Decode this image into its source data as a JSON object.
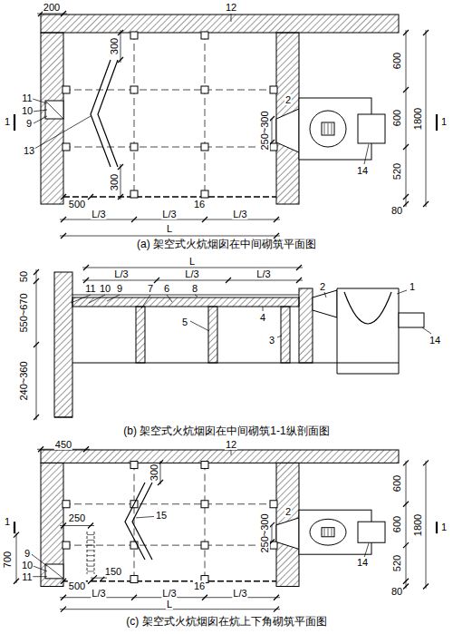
{
  "diagram": {
    "labels": [
      "200",
      "12",
      "300",
      "11",
      "10",
      "9",
      "13",
      "300",
      "500",
      "L/3",
      "L/3",
      "L/3",
      "L",
      "16",
      "2",
      "250~300",
      "600",
      "600",
      "520",
      "80",
      "1800",
      "14",
      "1",
      "1",
      "(a) 架空式火炕烟囱在中间砌筑平面图",
      "L",
      "L/3",
      "L/3",
      "L/3",
      "11",
      "10",
      "9",
      "7",
      "6",
      "8",
      "5",
      "4",
      "3",
      "2",
      "1",
      "14",
      "550~670",
      "240~360",
      "50",
      "(b) 架空式火炕烟囱在中间砌筑1-1纵剖面图",
      "450",
      "12",
      "300",
      "250",
      "15",
      "2",
      "250~300",
      "700",
      "9",
      "10",
      "11",
      "150",
      "500",
      "L/3",
      "L/3",
      "L/3",
      "L",
      "16",
      "600",
      "600",
      "520",
      "80",
      "1800",
      "14",
      "1",
      "1",
      "(c) 架空式火炕烟囱在炕上下角砌筑平面图"
    ]
  }
}
